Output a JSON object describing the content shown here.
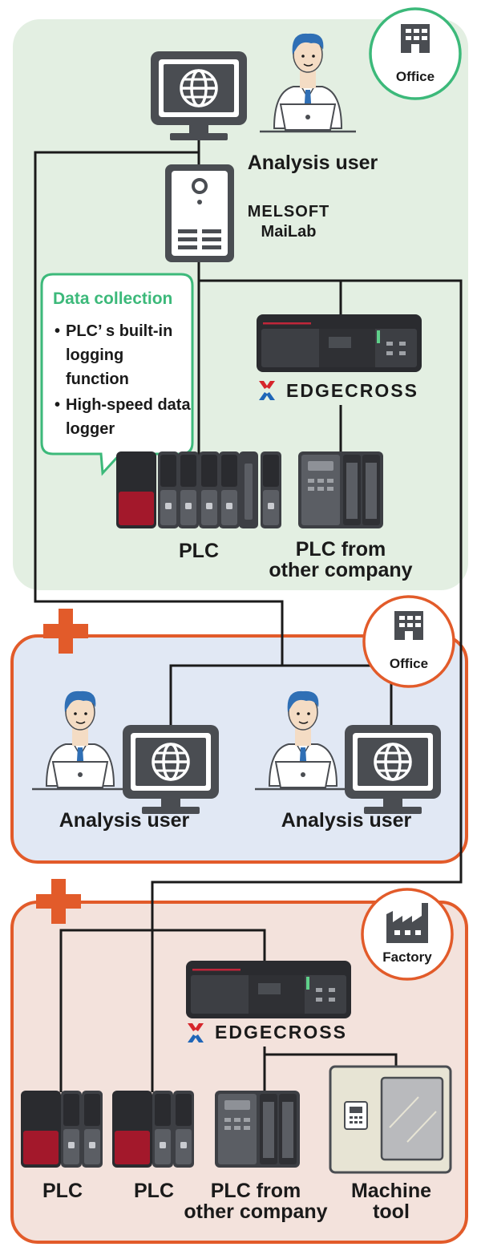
{
  "zones": {
    "office_top": {
      "badge": "Office"
    },
    "office_bottom": {
      "badge": "Office"
    },
    "factory": {
      "badge": "Factory"
    }
  },
  "software": {
    "line1": "MELSOFT",
    "line2": "MaiLab"
  },
  "bubble": {
    "title": "Data collection",
    "bullets": [
      "PLC’ s built-in logging function",
      "High-speed data logger"
    ]
  },
  "labels": {
    "analysis_user_top": "Analysis user",
    "plc_top": "PLC",
    "plc_other_top_1": "PLC from",
    "plc_other_top_2": "other company",
    "analysis_user_left": "Analysis user",
    "analysis_user_right": "Analysis user",
    "plc_factory_1": "PLC",
    "plc_factory_2": "PLC",
    "plc_other_factory_1": "PLC from",
    "plc_other_factory_2": "other company",
    "machine_tool_1": "Machine",
    "machine_tool_2": "tool"
  },
  "edgecross": {
    "top": "EDGECROSS",
    "factory": "EDGECROSS"
  },
  "colors": {
    "office_top_bg": "#e3efe2",
    "office_bottom_bg": "#e1e8f4",
    "factory_bg": "#f3e2dc",
    "accent_orange": "#e25b2a",
    "accent_green": "#3cb97a",
    "plc_red": "#a3182b",
    "device_dark": "#4a4d52"
  }
}
